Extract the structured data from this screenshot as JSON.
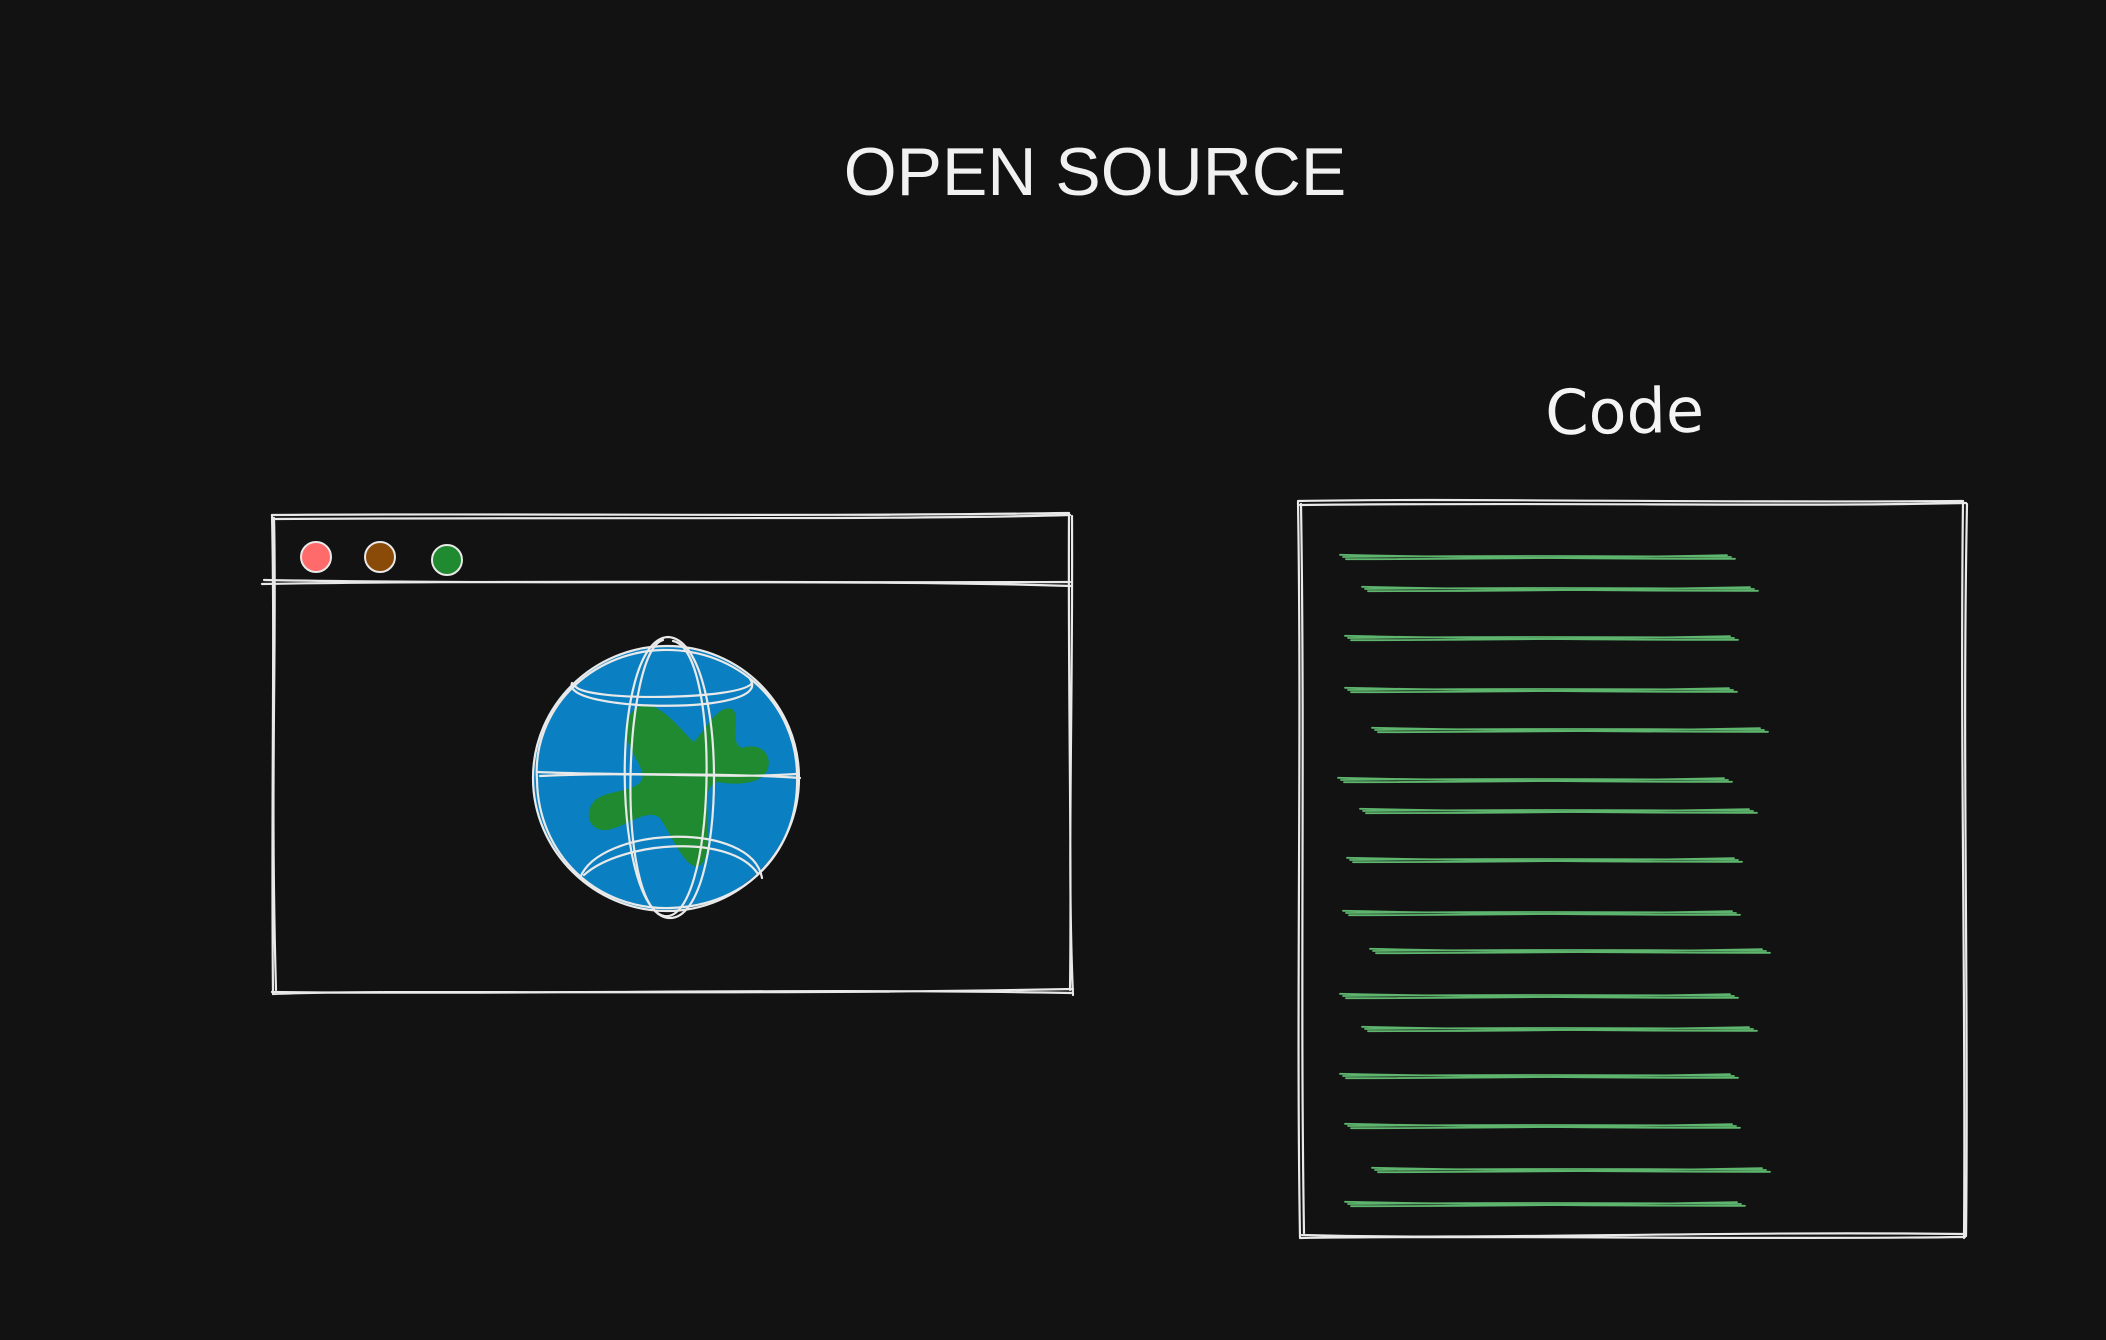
{
  "title": "OPEN SOURCE",
  "code_label": "Code",
  "colors": {
    "background": "#121212",
    "stroke": "#e9e9e9",
    "title": "#f1f1f1",
    "dot_red": "#ff6b6b",
    "dot_brown": "#8a4b08",
    "dot_green": "#1f8a2f",
    "globe_ocean": "#0a7fc1",
    "globe_land": "#1f8a2f",
    "code_line": "#5eb56e"
  },
  "browser_window": {
    "dots": [
      "dot-red",
      "dot-brown",
      "dot-green"
    ],
    "content_icon": "globe-icon"
  },
  "code_panel": {
    "line_count": 16
  }
}
